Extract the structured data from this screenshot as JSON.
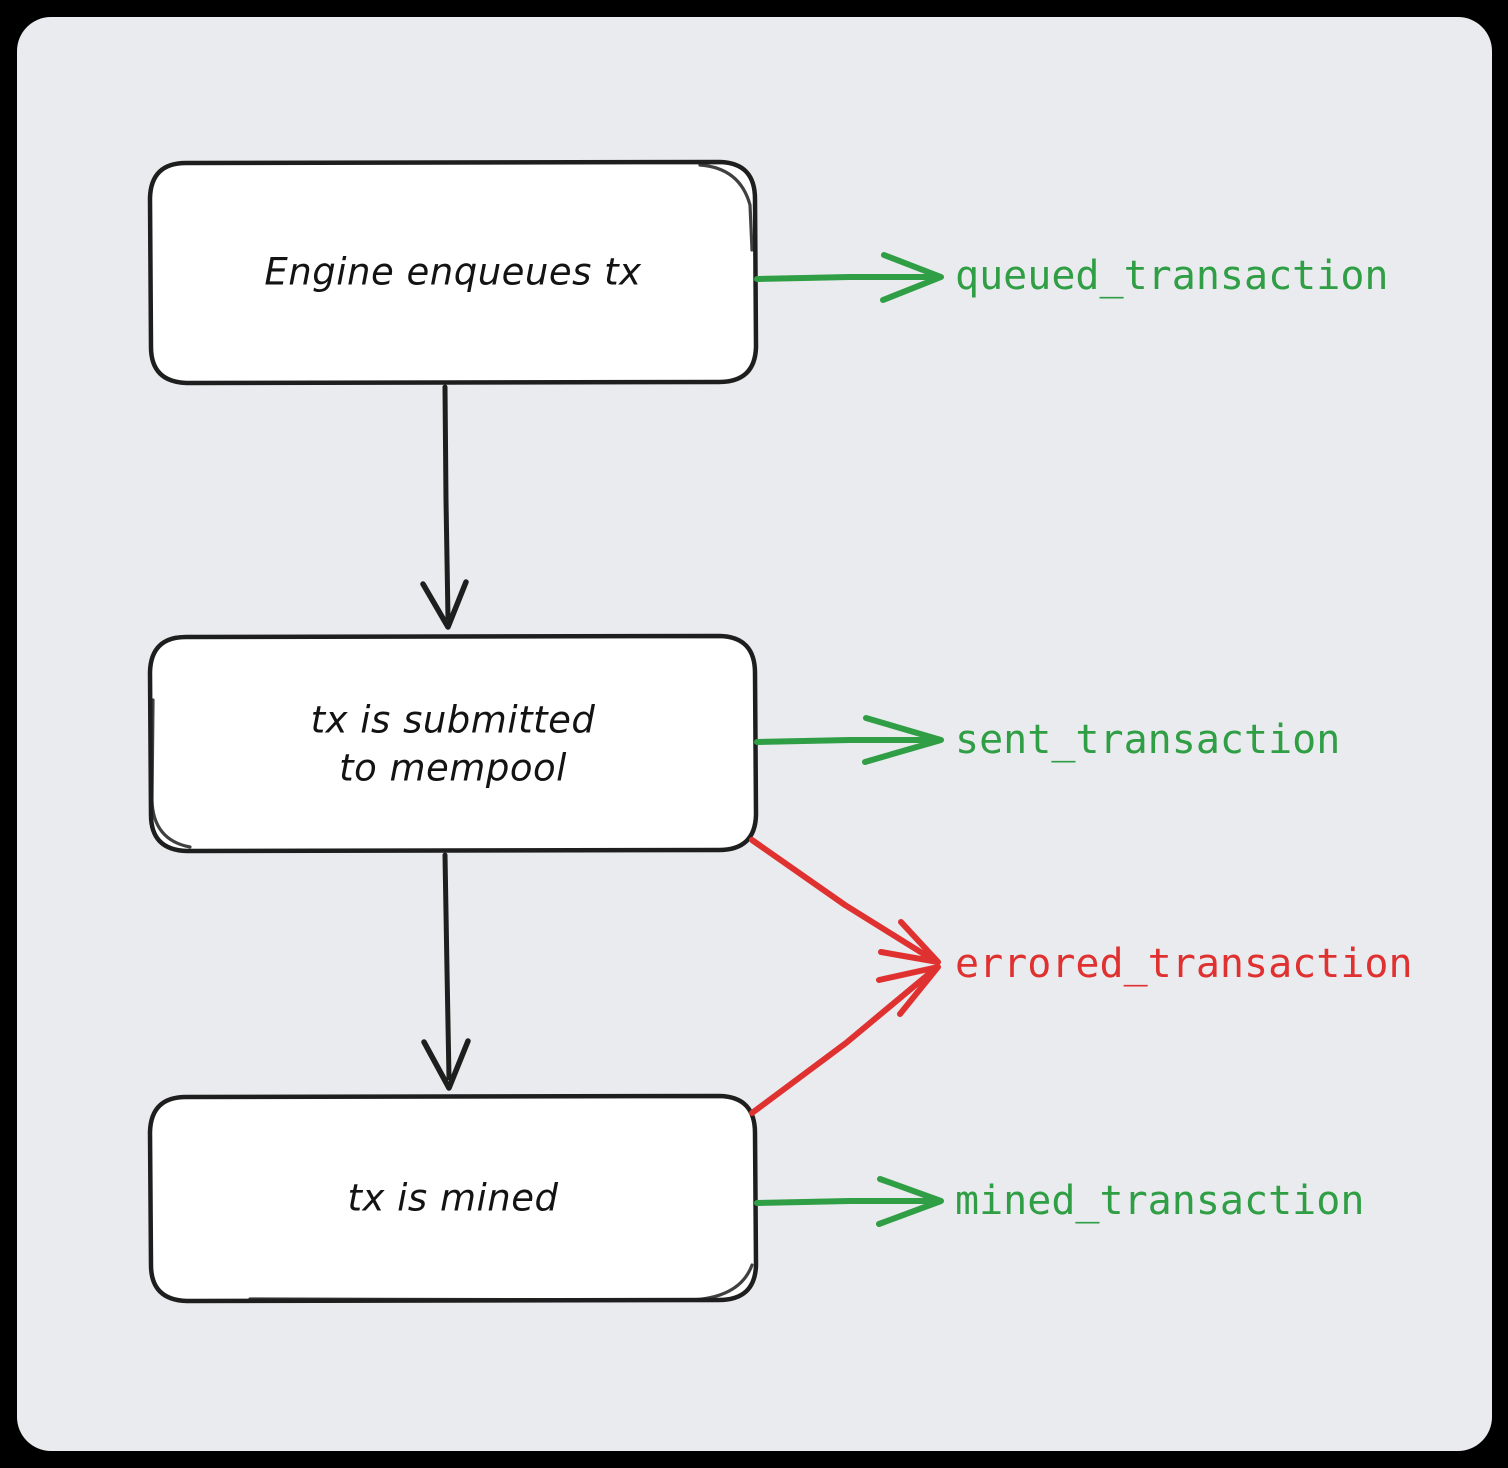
{
  "panel": {
    "background": "#e9ebee",
    "corner_radius": 34
  },
  "colors": {
    "success": "#2f9e44",
    "error": "#e03131",
    "stroke": "#1e1e1e",
    "node_fill": "#ffffff",
    "canvas": "#000000"
  },
  "diagram": {
    "type": "flowchart",
    "direction": "top-to-bottom",
    "nodes": [
      {
        "id": "enqueue",
        "label": "Engine enqueues tx",
        "lines": [
          "Engine enqueues tx"
        ]
      },
      {
        "id": "submit",
        "label": "tx is submitted to mempool",
        "lines": [
          "tx is submitted",
          "to mempool"
        ]
      },
      {
        "id": "mined",
        "label": "tx is mined",
        "lines": [
          "tx is mined"
        ]
      }
    ],
    "flow_edges": [
      {
        "from": "enqueue",
        "to": "submit",
        "label": ""
      },
      {
        "from": "submit",
        "to": "mined",
        "label": ""
      }
    ],
    "event_edges": [
      {
        "from": "enqueue",
        "label": "queued_transaction",
        "status": "success"
      },
      {
        "from": "submit",
        "label": "sent_transaction",
        "status": "success"
      },
      {
        "from": "submit",
        "label": "errored_transaction",
        "status": "error"
      },
      {
        "from": "mined",
        "label": "errored_transaction",
        "status": "error"
      },
      {
        "from": "mined",
        "label": "mined_transaction",
        "status": "success"
      }
    ],
    "event_labels": [
      {
        "id": "queued",
        "text": "queued_transaction",
        "status": "success"
      },
      {
        "id": "sent",
        "text": "sent_transaction",
        "status": "success"
      },
      {
        "id": "errored",
        "text": "errored_transaction",
        "status": "error"
      },
      {
        "id": "mined_ev",
        "text": "mined_transaction",
        "status": "success"
      }
    ]
  }
}
